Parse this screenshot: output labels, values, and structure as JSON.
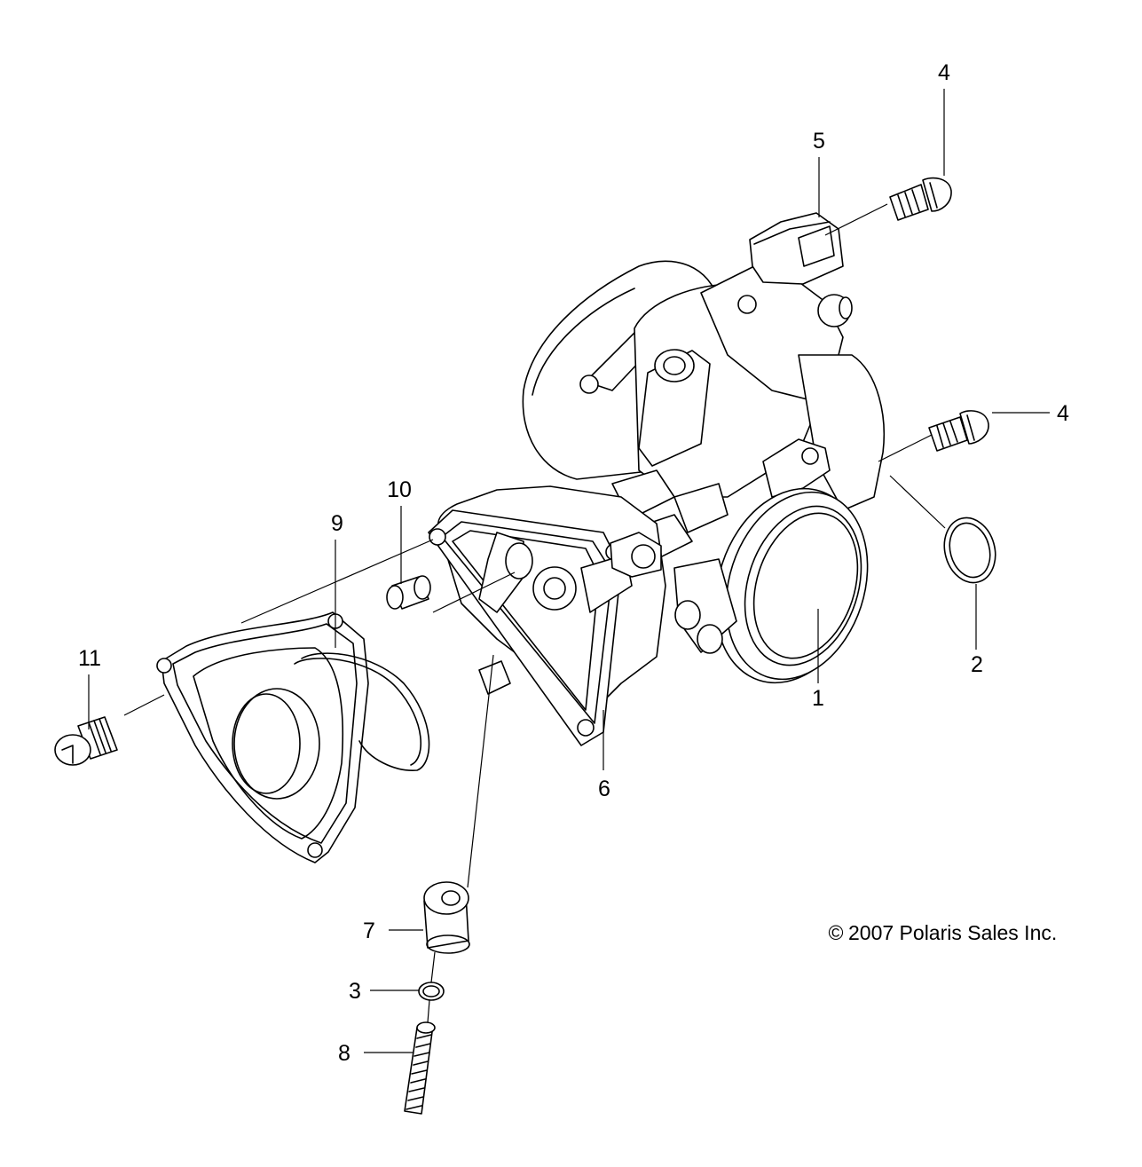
{
  "diagram": {
    "callouts": [
      {
        "id": "c1",
        "label": "1"
      },
      {
        "id": "c2",
        "label": "2"
      },
      {
        "id": "c3",
        "label": "3"
      },
      {
        "id": "c4a",
        "label": "4"
      },
      {
        "id": "c4b",
        "label": "4"
      },
      {
        "id": "c5",
        "label": "5"
      },
      {
        "id": "c6",
        "label": "6"
      },
      {
        "id": "c7",
        "label": "7"
      },
      {
        "id": "c8",
        "label": "8"
      },
      {
        "id": "c9",
        "label": "9"
      },
      {
        "id": "c10",
        "label": "10"
      },
      {
        "id": "c11",
        "label": "11"
      }
    ],
    "copyright": "2007 Polaris Sales Inc.",
    "copyright_symbol": "©"
  }
}
